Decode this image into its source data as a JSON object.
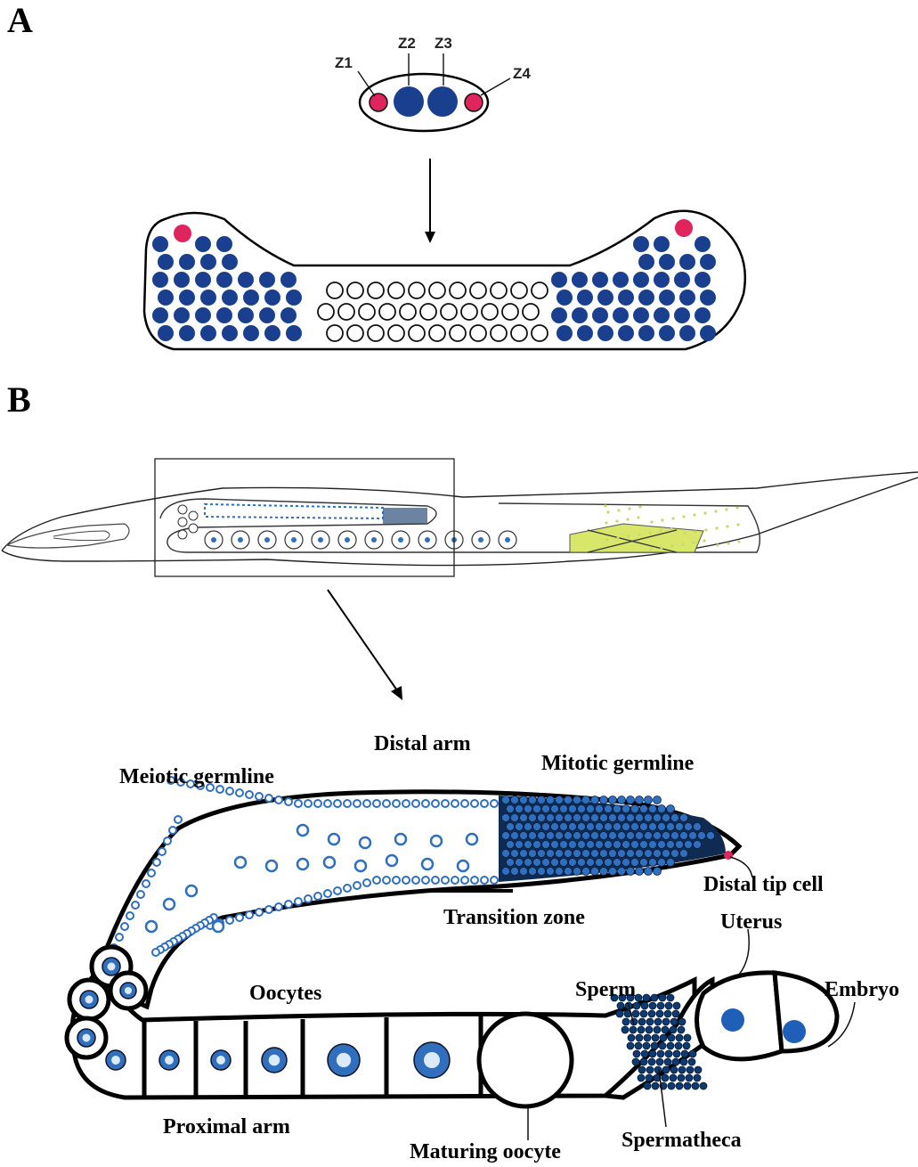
{
  "panel_a": {
    "letter": "A",
    "zygote_labels": [
      "Z1",
      "Z2",
      "Z3",
      "Z4"
    ]
  },
  "panel_b": {
    "letter": "B",
    "labels": {
      "distal_arm": "Distal arm",
      "meiotic_germline": "Meiotic germline",
      "mitotic_germline": "Mitotic germline",
      "distal_tip_cell": "Distal tip cell",
      "transition_zone": "Transition zone",
      "uterus": "Uterus",
      "oocytes": "Oocytes",
      "sperm": "Sperm",
      "embryo": "Embryo",
      "proximal_arm": "Proximal arm",
      "maturing_oocyte": "Maturing oocyte",
      "spermatheca": "Spermatheca"
    }
  },
  "colors": {
    "mitotic_blue": "#1a3f8f",
    "germline_blue": "#2f6fbe",
    "distal_tip_red": "#e0245e",
    "embryo_yellow": "#d8e66a"
  }
}
